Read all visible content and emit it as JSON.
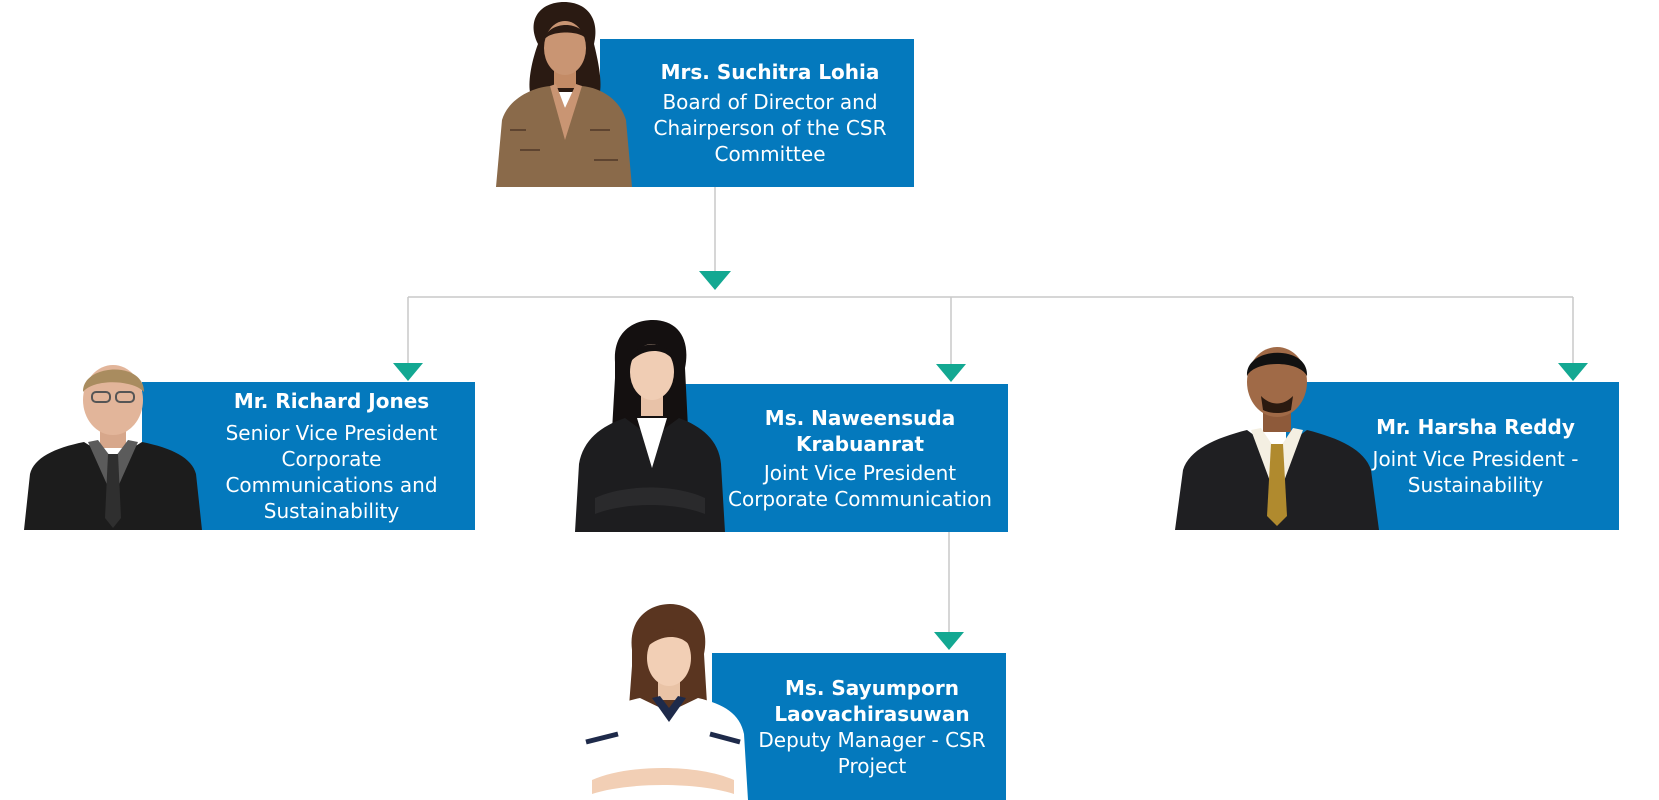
{
  "colors": {
    "box": "#0479bd",
    "arrow": "#13a892",
    "connector": "#c9c9c9",
    "text": "#ffffff"
  },
  "chairperson": {
    "name": "Mrs. Suchitra Lohia",
    "title": "Board of Director and Chairperson of the CSR Committee"
  },
  "members": [
    {
      "name": "Mr. Richard Jones",
      "title": "Senior Vice President Corporate Communications and Sustainability"
    },
    {
      "name": "Ms. Naweensuda Krabuanrat",
      "title": "Joint Vice President Corporate Communication"
    },
    {
      "name": "Mr. Harsha Reddy",
      "title": "Joint Vice President - Sustainability"
    }
  ],
  "subordinate": {
    "name": "Ms. Sayumporn Laovachirasuwan",
    "title": "Deputy Manager - CSR Project"
  }
}
